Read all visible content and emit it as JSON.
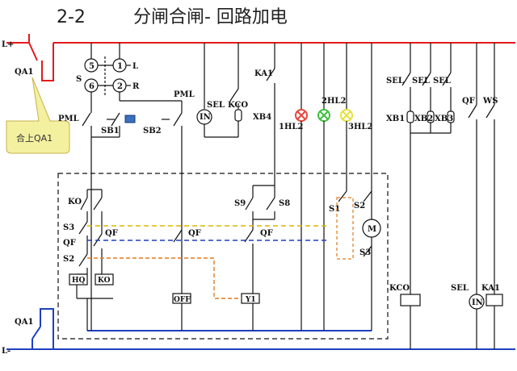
{
  "title": {
    "number": "2-2",
    "text": "分闸合闸- 回路加电"
  },
  "bus": {
    "positive": "L+",
    "negative": "L-"
  },
  "breaker": "QA1",
  "callout": "合上QA1",
  "labels": {
    "c5": "5",
    "c1": "1",
    "c6": "6",
    "c2": "2",
    "L": "L",
    "R": "R",
    "S": "S",
    "PML": "PML",
    "PML2": "PML",
    "SB1": "SB1",
    "SB2": "SB2",
    "SEL1": "SEL",
    "KCO1": "KCO",
    "IN1": "IN",
    "XB4": "XB4",
    "KA1": "KA1",
    "1HL2": "1HL2",
    "2HL2": "2HL2",
    "3HL2": "3HL2",
    "KO": "KO",
    "S3a": "S3",
    "QFa": "QF",
    "S2a": "S2",
    "QFb": "QF",
    "QFc": "QF",
    "QFd": "QF",
    "S9": "S9",
    "S8": "S8",
    "S1": "S1",
    "S2b": "S2",
    "M": "M",
    "S3b": "S3",
    "HQ": "HQ",
    "KOb": "KO",
    "OFF": "OFF",
    "Y1": "Y1",
    "SELr1": "SEL",
    "SELr2": "SEL",
    "SELr3": "SEL",
    "XB1": "XB1",
    "XB2": "XB2",
    "XB3": "XB3",
    "QFr": "QF",
    "WS": "WS",
    "KCO2": "KCO",
    "SEL2": "SEL",
    "KA1b": "KA1",
    "IN2": "IN"
  },
  "colors": {
    "bus_positive": "#e31a1c",
    "bus_negative": "#1f3fbf",
    "wire": "#111111",
    "lamp_red": "#e8443a",
    "lamp_green": "#3fbf3f",
    "lamp_yellow": "#e6e03a",
    "callout_fill": "#f3f0a0",
    "dash_yellow": "#d9b600",
    "dash_blue": "#1f3fbf",
    "dash_orange": "#e07a1e"
  }
}
